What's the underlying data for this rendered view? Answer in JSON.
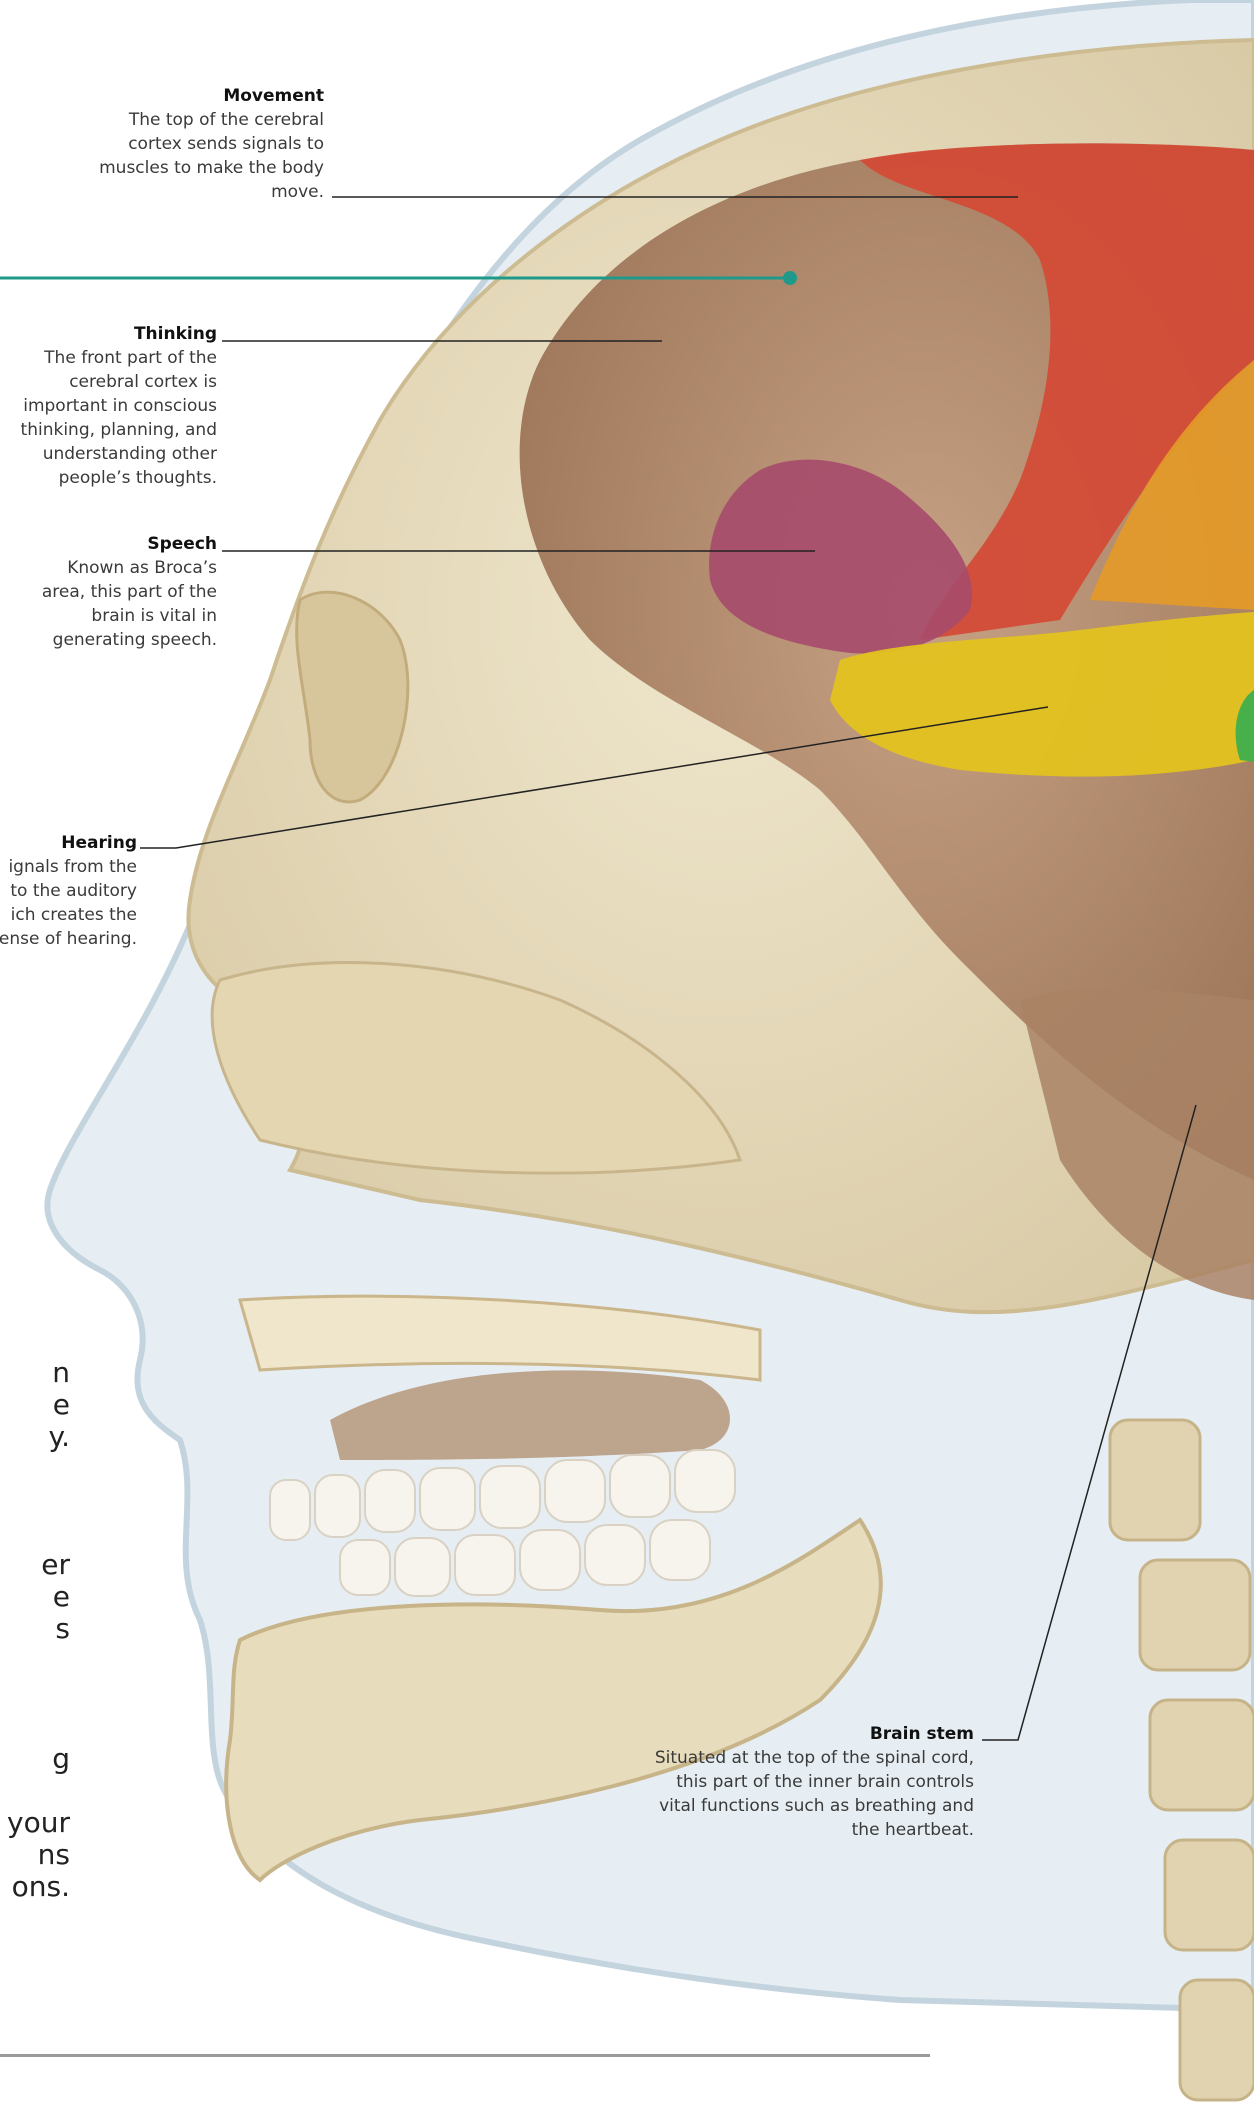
{
  "labels": {
    "movement": {
      "title": "Movement",
      "text": "The top of the cerebral cortex sends signals to muscles to make the body move."
    },
    "thinking": {
      "title": "Thinking",
      "text": "The front part of the cerebral cortex is important in conscious thinking, planning, and understanding other people’s thoughts."
    },
    "speech": {
      "title": "Speech",
      "text": "Known as Broca’s area, this part of the brain is vital in generating speech."
    },
    "hearing": {
      "title": "Hearing",
      "lines": [
        "ignals from the",
        "to the auditory",
        "ich creates the",
        "ense of hearing."
      ]
    },
    "brainstem": {
      "title": "Brain stem",
      "text": "Situated at the top of the spinal cord, this part of the inner brain controls vital functions such as breathing and the heartbeat."
    }
  },
  "body_text_fragments": [
    "n",
    "e",
    "y.",
    "er",
    "e",
    "s",
    "g",
    "your",
    "ns",
    "ons."
  ],
  "colors": {
    "motor_cortex": "#d44a35",
    "frontal_lobe": "#b08a6e",
    "brocas_area": "#a64a6b",
    "temporal_lobe": "#e2c21f",
    "parietal_lobe": "#e49a28",
    "occipital_lobe": "#48b04a",
    "bone": "#e8dcbe",
    "head_outline": "#cfdde6",
    "pointer_teal": "#1f9a8a"
  }
}
